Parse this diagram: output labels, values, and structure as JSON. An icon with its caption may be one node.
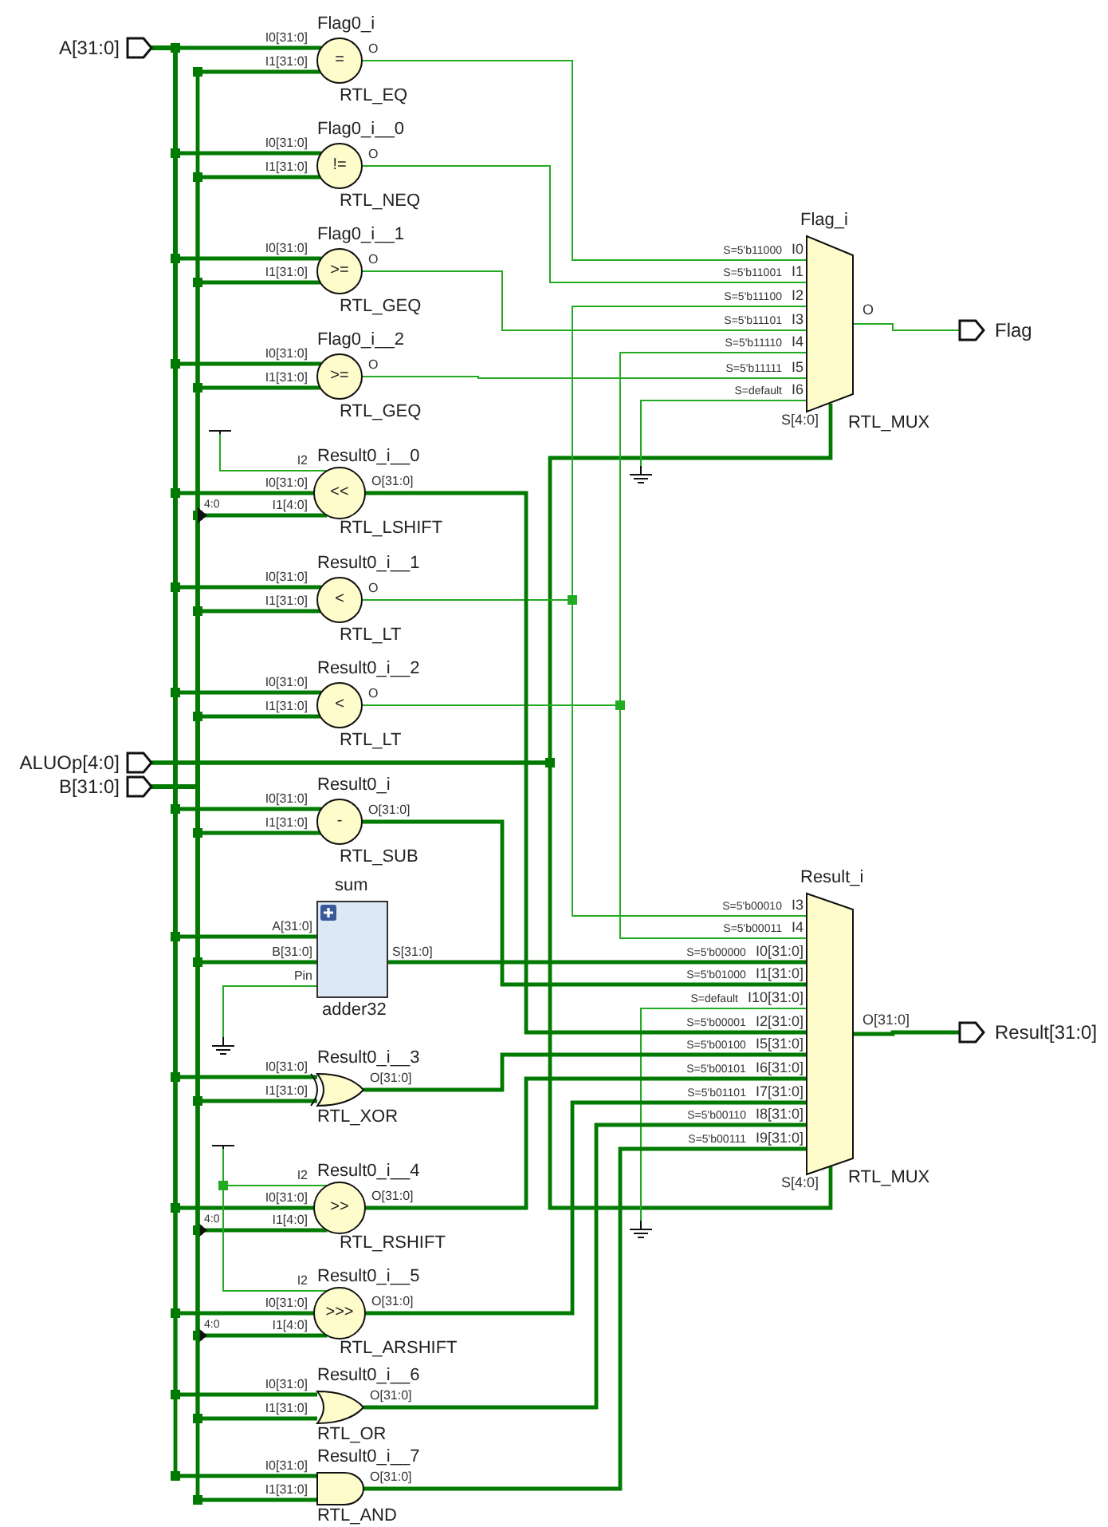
{
  "diagram": {
    "nodes": [
      {
        "text": [
          "A[31:0]"
        ]
      },
      {
        "text": [
          "B[31:0]"
        ]
      },
      {
        "text": [
          "ALUOp[4:0]"
        ]
      },
      {
        "text": [
          "Flag0_i",
          "=",
          "RTL_EQ"
        ],
        "beside": [
          "I0[31:0]",
          "I1[31:0]",
          "O"
        ]
      },
      {
        "text": [
          "Flag0_i__0",
          "!=",
          "RTL_NEQ"
        ],
        "beside": [
          "I0[31:0]",
          "I1[31:0]",
          "O"
        ]
      },
      {
        "text": [
          "Flag0_i__1",
          ">=",
          "RTL_GEQ"
        ],
        "beside": [
          "I0[31:0]",
          "I1[31:0]",
          "O"
        ]
      },
      {
        "text": [
          "Flag0_i__2",
          ">=",
          "RTL_GEQ"
        ],
        "beside": [
          "I0[31:0]",
          "I1[31:0]",
          "O"
        ]
      },
      {
        "text": [],
        "shape": "bar"
      },
      {
        "text": [
          "Result0_i__0",
          "<<",
          "RTL_LSHIFT"
        ],
        "beside": [
          "I2",
          "I0[31:0]",
          "I1[4:0]",
          "O[31:0]"
        ]
      },
      {
        "text": [
          "Result0_i__1",
          "<",
          "RTL_LT"
        ],
        "beside": [
          "I0[31:0]",
          "I1[31:0]",
          "O"
        ]
      },
      {
        "text": [
          "Result0_i__2",
          "<",
          "RTL_LT"
        ],
        "beside": [
          "I0[31:0]",
          "I1[31:0]",
          "O"
        ]
      },
      {
        "text": [
          "Result0_i",
          "-",
          "RTL_SUB"
        ],
        "beside": [
          "I0[31:0]",
          "I1[31:0]",
          "O[31:0]"
        ]
      },
      {
        "text": [
          "sum",
          "adder32"
        ],
        "beside": [
          "A[31:0]",
          "B[31:0]",
          "Pin",
          "S[31:0]"
        ]
      },
      {
        "text": [],
        "shape": "ground"
      },
      {
        "text": [
          "Result0_i__3",
          "RTL_XOR"
        ],
        "beside": [
          "I0[31:0]",
          "I1[31:0]",
          "O[31:0]"
        ]
      },
      {
        "text": [],
        "shape": "bar"
      },
      {
        "text": [
          "Result0_i__4",
          ">>",
          "RTL_RSHIFT"
        ],
        "beside": [
          "I2",
          "I0[31:0]",
          "I1[4:0]",
          "O[31:0]"
        ]
      },
      {
        "text": [
          "Result0_i__5",
          ">>>",
          "RTL_ARSHIFT"
        ],
        "beside": [
          "I2",
          "I0[31:0]",
          "I1[4:0]",
          "O[31:0]"
        ]
      },
      {
        "text": [
          "Result0_i__6",
          "RTL_OR"
        ],
        "beside": [
          "I0[31:0]",
          "I1[31:0]",
          "O[31:0]"
        ]
      },
      {
        "text": [
          "Result0_i__7",
          "RTL_AND"
        ],
        "beside": [
          "I0[31:0]",
          "I1[31:0]",
          "O[31:0]"
        ]
      },
      {
        "text": [
          "Flag_i",
          "RTL_MUX"
        ],
        "beside": [
          "S=5'b11000",
          "I0",
          "S=5'b11001",
          "I1",
          "S=5'b11100",
          "I2",
          "S=5'b11101",
          "I3",
          "S=5'b11110",
          "I4",
          "S=5'b11111",
          "I5",
          "S=default",
          "I6",
          "O",
          "S[4:0]"
        ]
      },
      {
        "text": [],
        "shape": "ground"
      },
      {
        "text": [
          "Flag"
        ]
      },
      {
        "text": [
          "Result_i",
          "RTL_MUX"
        ],
        "beside": [
          "S=5'b00010",
          "I3",
          "S=5'b00011",
          "I4",
          "S=5'b00000",
          "I0[31:0]",
          "S=5'b01000",
          "I1[31:0]",
          "S=default",
          "I10[31:0]",
          "S=5'b00001",
          "I2[31:0]",
          "S=5'b00100",
          "I5[31:0]",
          "S=5'b00101",
          "I6[31:0]",
          "S=5'b01101",
          "I7[31:0]",
          "S=5'b00110",
          "I8[31:0]",
          "S=5'b00111",
          "I9[31:0]",
          "O[31:0]",
          "S[4:0]"
        ]
      },
      {
        "text": [],
        "shape": "ground"
      },
      {
        "text": [
          "Result[31:0]"
        ]
      }
    ],
    "edges": [
      {
        "from": 0,
        "to": 3,
        "arrow": "none"
      },
      {
        "from": 0,
        "to": 4,
        "arrow": "none"
      },
      {
        "from": 0,
        "to": 5,
        "arrow": "none"
      },
      {
        "from": 0,
        "to": 6,
        "arrow": "none"
      },
      {
        "from": 0,
        "to": 8,
        "arrow": "none"
      },
      {
        "from": 0,
        "to": 9,
        "arrow": "none"
      },
      {
        "from": 0,
        "to": 10,
        "arrow": "none"
      },
      {
        "from": 0,
        "to": 11,
        "arrow": "none"
      },
      {
        "from": 0,
        "to": 12,
        "arrow": "none"
      },
      {
        "from": 0,
        "to": 14,
        "arrow": "none"
      },
      {
        "from": 0,
        "to": 16,
        "arrow": "none"
      },
      {
        "from": 0,
        "to": 17,
        "arrow": "none"
      },
      {
        "from": 0,
        "to": 18,
        "arrow": "none"
      },
      {
        "from": 0,
        "to": 19,
        "arrow": "none"
      },
      {
        "from": 1,
        "to": 3,
        "arrow": "none"
      },
      {
        "from": 1,
        "to": 4,
        "arrow": "none"
      },
      {
        "from": 1,
        "to": 5,
        "arrow": "none"
      },
      {
        "from": 1,
        "to": 6,
        "arrow": "none"
      },
      {
        "from": 1,
        "to": 8,
        "arrow": "to",
        "label": "4:0"
      },
      {
        "from": 1,
        "to": 9,
        "arrow": "none"
      },
      {
        "from": 1,
        "to": 10,
        "arrow": "none"
      },
      {
        "from": 1,
        "to": 11,
        "arrow": "none"
      },
      {
        "from": 1,
        "to": 12,
        "arrow": "none"
      },
      {
        "from": 1,
        "to": 14,
        "arrow": "none"
      },
      {
        "from": 1,
        "to": 16,
        "arrow": "to",
        "label": "4:0"
      },
      {
        "from": 1,
        "to": 17,
        "arrow": "to",
        "label": "4:0"
      },
      {
        "from": 1,
        "to": 18,
        "arrow": "none"
      },
      {
        "from": 1,
        "to": 19,
        "arrow": "none"
      },
      {
        "from": 7,
        "to": 8,
        "arrow": "none",
        "color": "#22aa22"
      },
      {
        "from": 15,
        "to": 16,
        "arrow": "none",
        "color": "#22aa22"
      },
      {
        "from": 15,
        "to": 17,
        "arrow": "none",
        "color": "#22aa22"
      },
      {
        "from": 2,
        "to": 20,
        "arrow": "none"
      },
      {
        "from": 2,
        "to": 23,
        "arrow": "none"
      },
      {
        "from": 3,
        "to": 20,
        "arrow": "none",
        "color": "#22aa22"
      },
      {
        "from": 4,
        "to": 20,
        "arrow": "none",
        "color": "#22aa22"
      },
      {
        "from": 9,
        "to": 20,
        "arrow": "none",
        "color": "#22aa22"
      },
      {
        "from": 5,
        "to": 20,
        "arrow": "none",
        "color": "#22aa22"
      },
      {
        "from": 10,
        "to": 20,
        "arrow": "none",
        "color": "#22aa22"
      },
      {
        "from": 6,
        "to": 20,
        "arrow": "none",
        "color": "#22aa22"
      },
      {
        "from": 21,
        "to": 20,
        "arrow": "none",
        "color": "#22aa22"
      },
      {
        "from": 20,
        "to": 22,
        "arrow": "none",
        "color": "#22aa22"
      },
      {
        "from": 9,
        "to": 23,
        "arrow": "none",
        "color": "#22aa22"
      },
      {
        "from": 10,
        "to": 23,
        "arrow": "none",
        "color": "#22aa22"
      },
      {
        "from": 12,
        "to": 23,
        "arrow": "none"
      },
      {
        "from": 11,
        "to": 23,
        "arrow": "none"
      },
      {
        "from": 24,
        "to": 23,
        "arrow": "none",
        "color": "#22aa22"
      },
      {
        "from": 8,
        "to": 23,
        "arrow": "none"
      },
      {
        "from": 14,
        "to": 23,
        "arrow": "none"
      },
      {
        "from": 16,
        "to": 23,
        "arrow": "none"
      },
      {
        "from": 17,
        "to": 23,
        "arrow": "none"
      },
      {
        "from": 18,
        "to": 23,
        "arrow": "none"
      },
      {
        "from": 19,
        "to": 23,
        "arrow": "none"
      },
      {
        "from": 23,
        "to": 25,
        "arrow": "none"
      },
      {
        "from": 13,
        "to": 12,
        "arrow": "none",
        "color": "#22aa22"
      }
    ]
  }
}
